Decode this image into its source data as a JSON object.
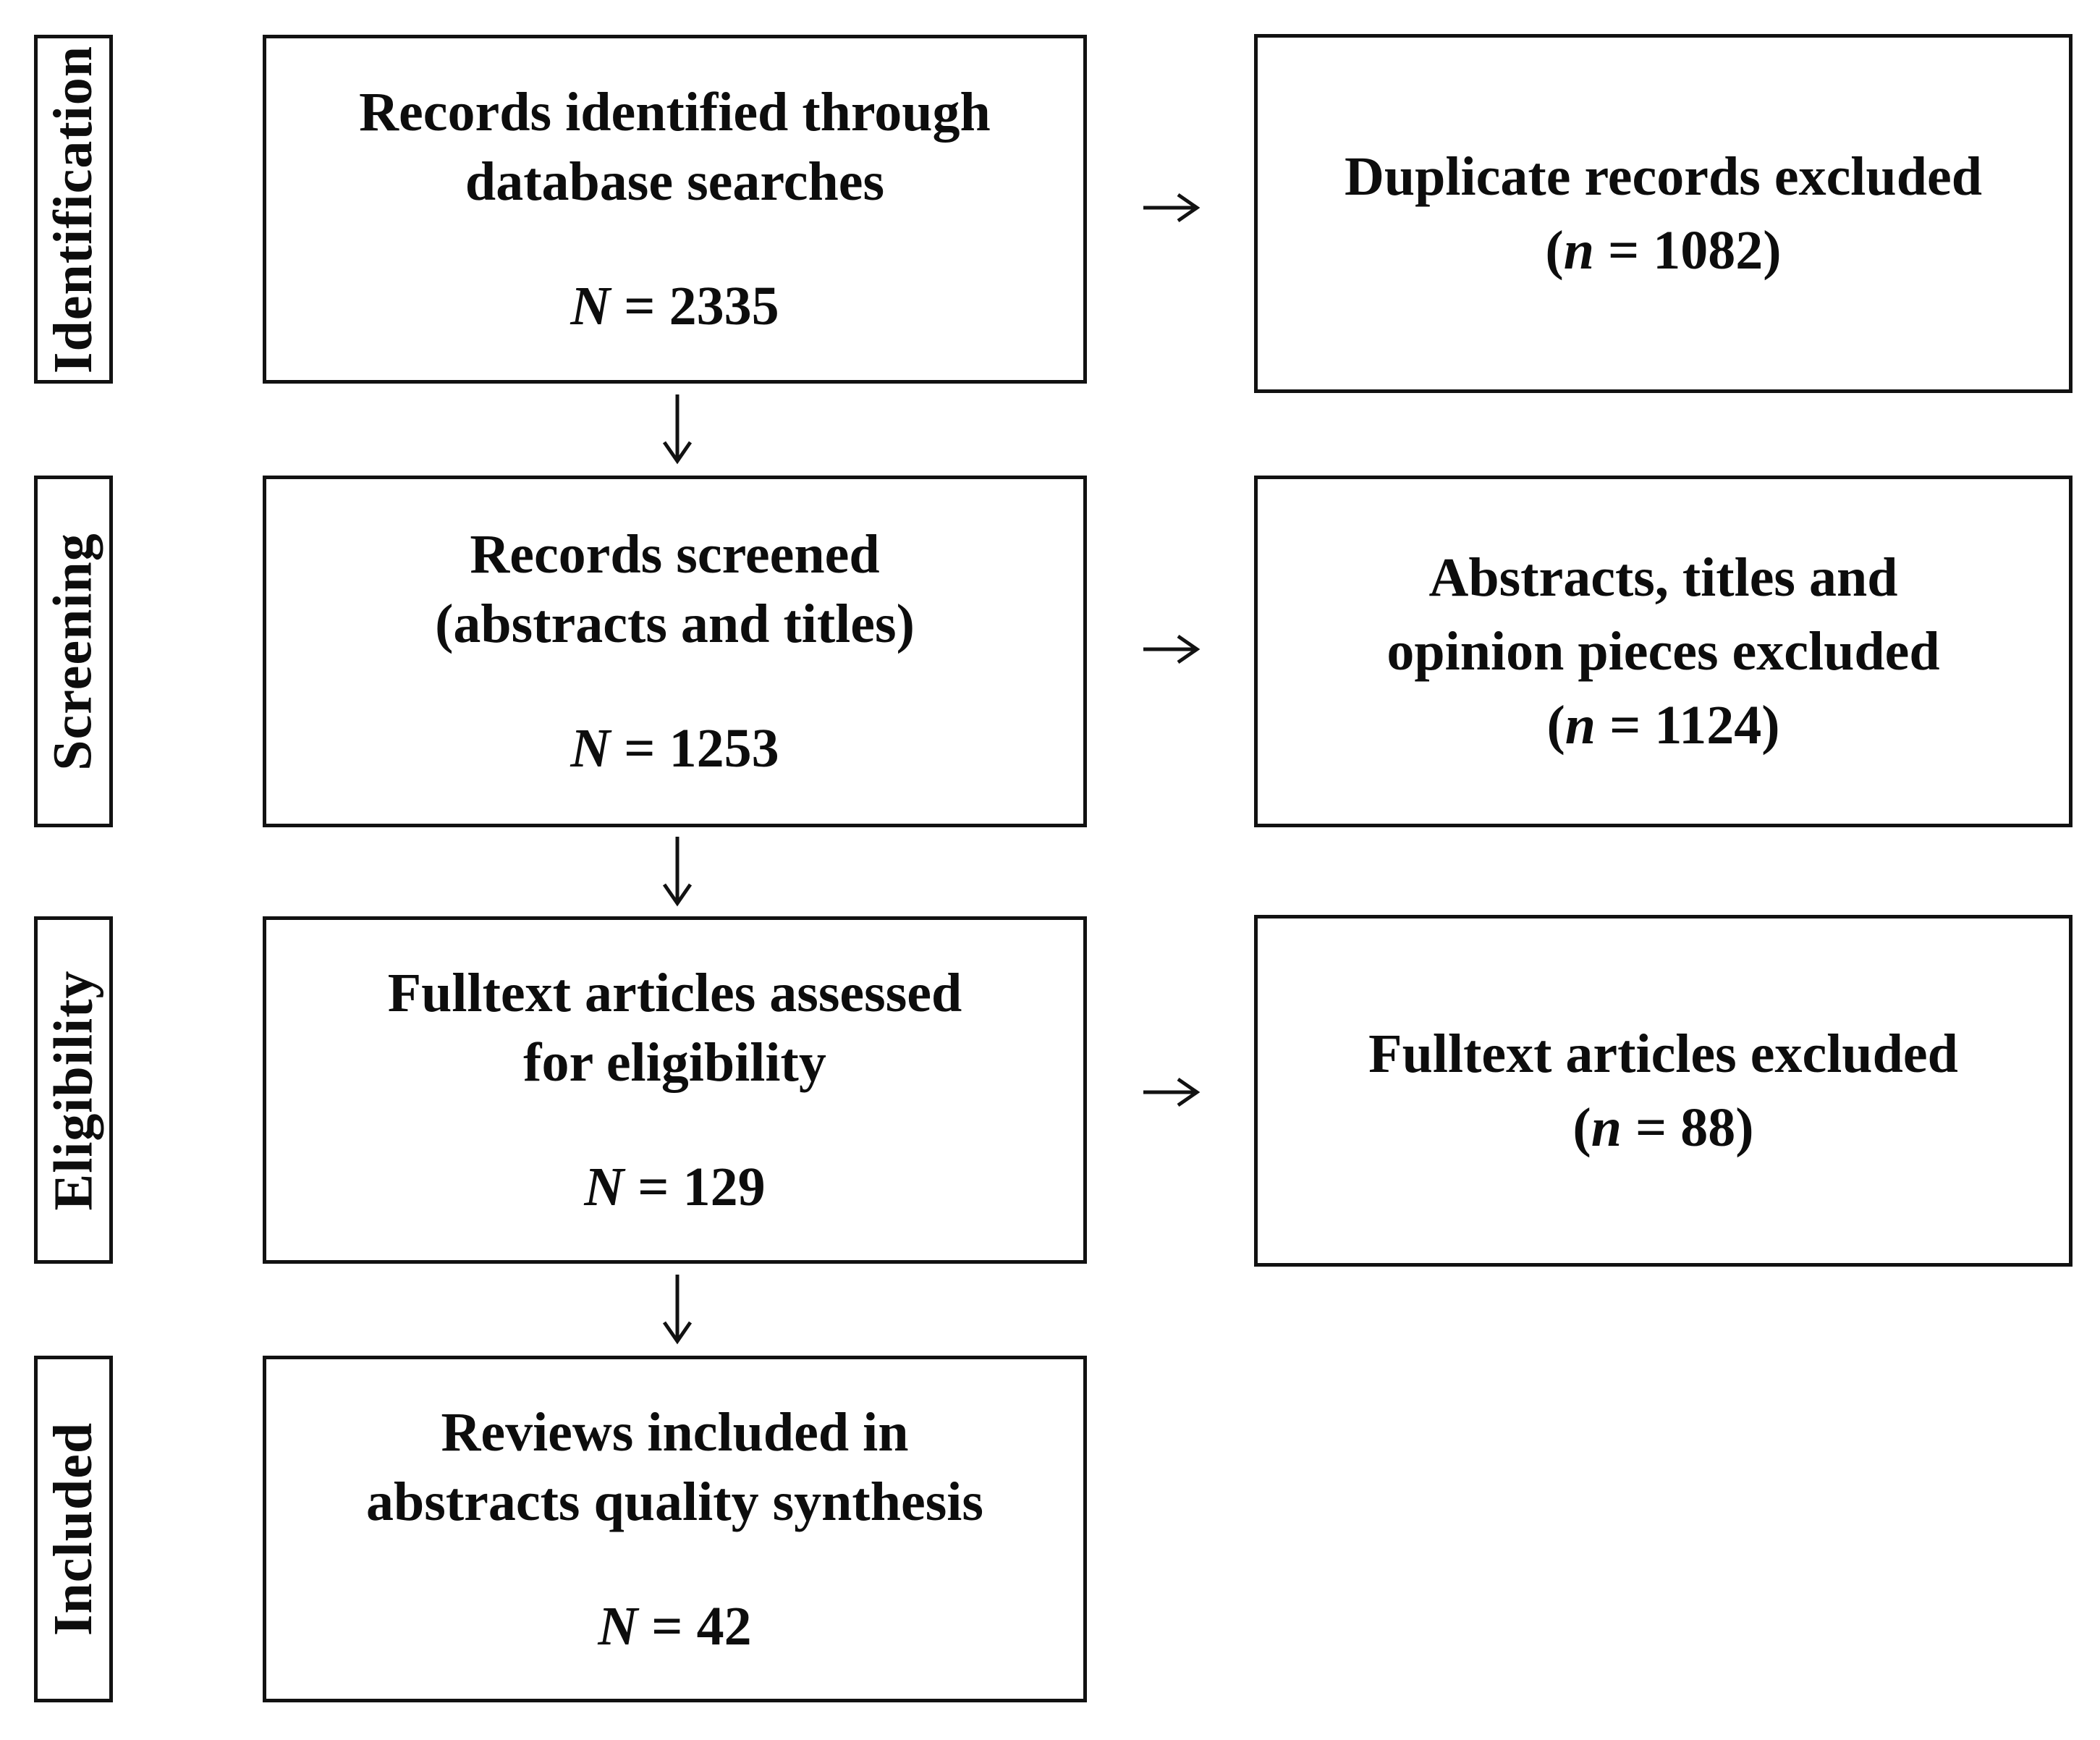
{
  "figure": {
    "type": "flowchart",
    "description_visible": "PRISMA-style review flow diagram",
    "colors": {
      "ink": "#121212",
      "background": "#ffffff"
    },
    "stages": [
      "Identification",
      "Screening",
      "Eligibility",
      "Included"
    ],
    "rows": [
      {
        "stage": "Identification",
        "main": {
          "line1": "Records identified through",
          "line2": "database searches",
          "n_it": "N",
          "n_post": " = 2335"
        },
        "side": {
          "line1": "Duplicate records excluded",
          "n_pre": "(",
          "n_it": "n",
          "n_post": " = 1082)"
        }
      },
      {
        "stage": "Screening",
        "main": {
          "line1": "Records screened",
          "line2": "(abstracts and titles)",
          "n_it": "N",
          "n_post": " = 1253"
        },
        "side": {
          "line1": "Abstracts, titles and",
          "line2": "opinion pieces excluded",
          "n_pre": "(",
          "n_it": "n",
          "n_post": " = 1124)"
        }
      },
      {
        "stage": "Eligibility",
        "main": {
          "line1": "Fulltext articles assessed",
          "line2": "for eligibility",
          "n_it": "N",
          "n_post": " = 129"
        },
        "side": {
          "line1": "Fulltext articles excluded",
          "n_pre": "(",
          "n_it": "n",
          "n_post": " = 88)"
        }
      },
      {
        "stage": "Included",
        "main": {
          "line1": "Reviews included in",
          "line2": "abstracts quality synthesis",
          "n_it": "N",
          "n_post": " = 42"
        }
      }
    ]
  }
}
